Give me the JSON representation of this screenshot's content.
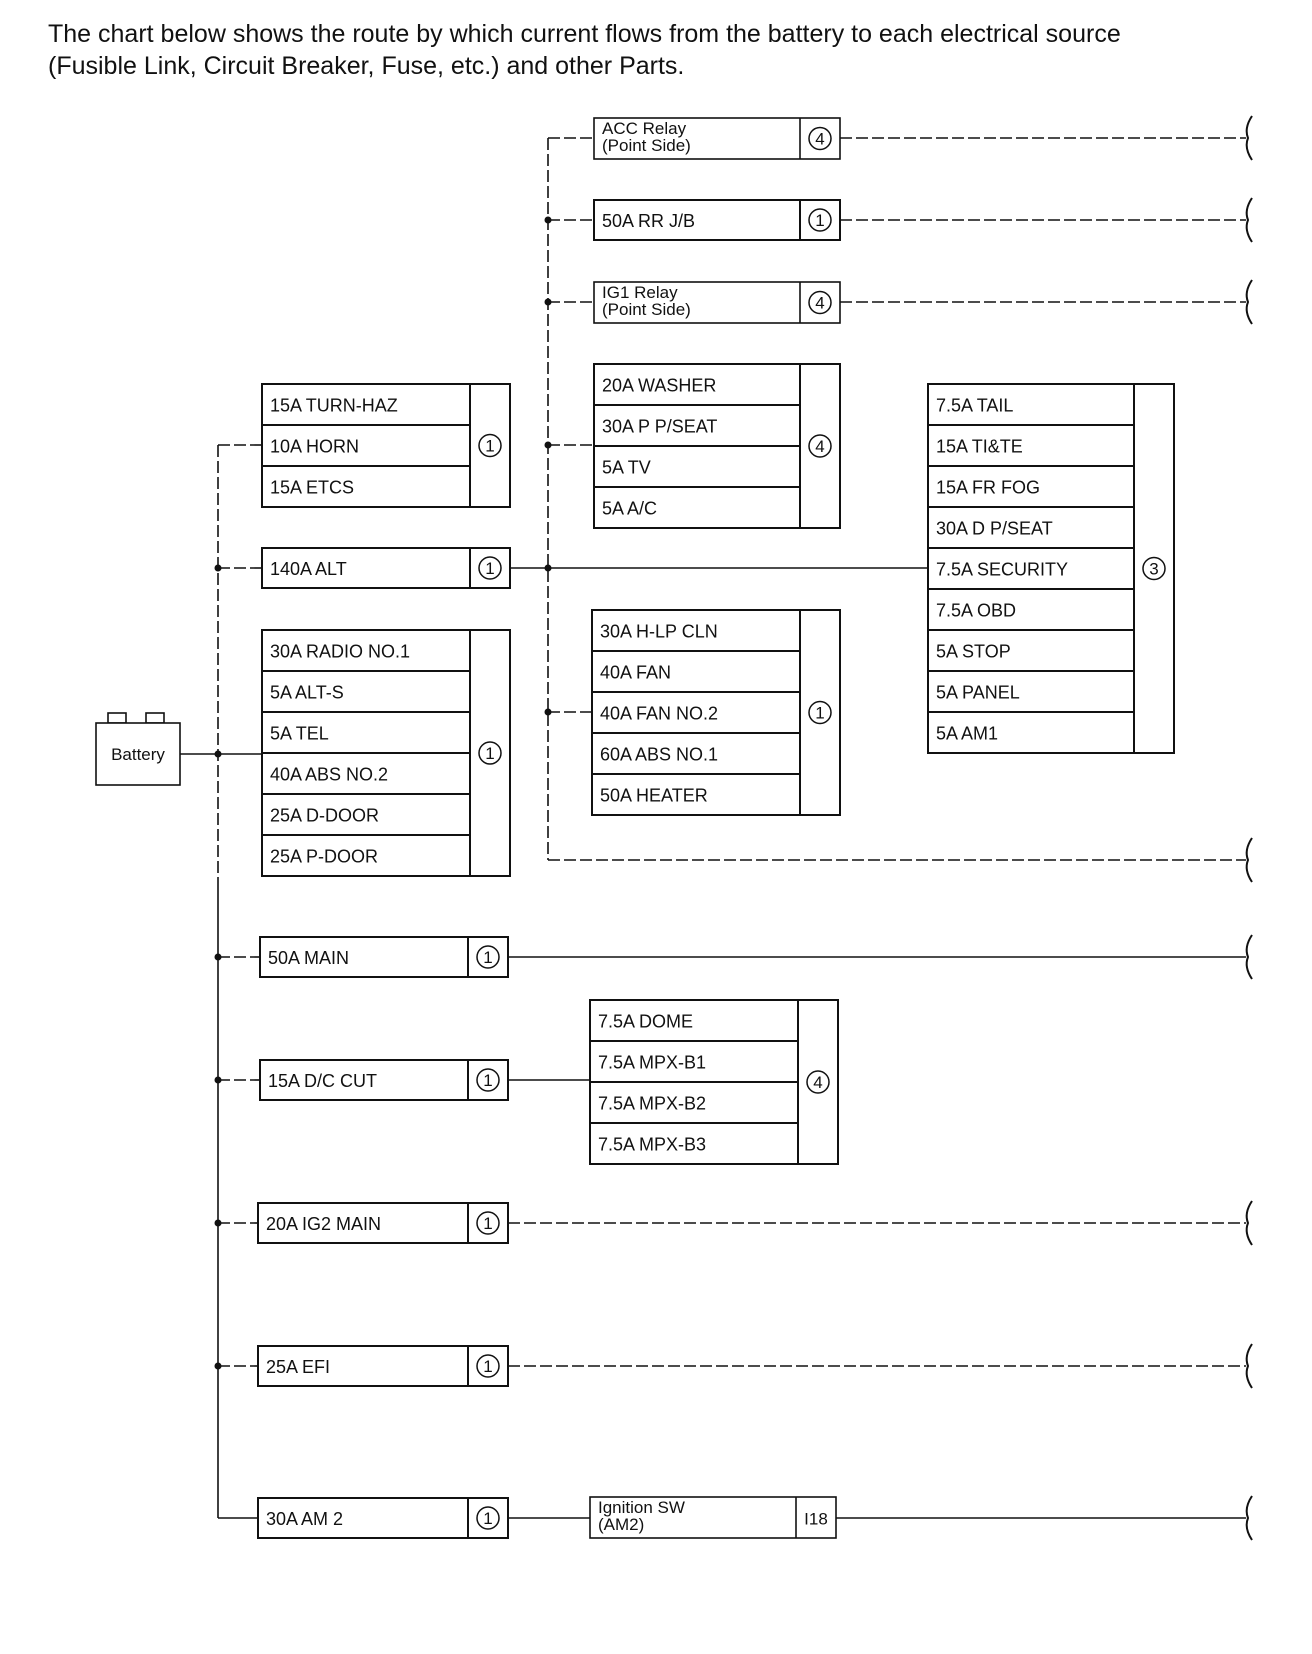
{
  "intro": {
    "line1": "The chart below shows the route by which current flows from the battery to each electrical source",
    "line2": "(Fusible Link, Circuit Breaker, Fuse, etc.) and other Parts."
  },
  "battery": {
    "label": "Battery"
  },
  "relays": {
    "acc": {
      "line1": "ACC Relay",
      "line2": "(Point Side)",
      "loc": "4"
    },
    "rr_jb": {
      "label": "50A RR J/B",
      "loc": "1"
    },
    "ig1": {
      "line1": "IG1 Relay",
      "line2": "(Point Side)",
      "loc": "4"
    }
  },
  "groups": {
    "turn_haz": {
      "loc": "1",
      "items": [
        "15A TURN-HAZ",
        "10A HORN",
        "15A ETCS"
      ]
    },
    "alt": {
      "loc": "1",
      "items": [
        "140A ALT"
      ]
    },
    "radio": {
      "loc": "1",
      "items": [
        "30A RADIO NO.1",
        "5A ALT-S",
        "5A TEL",
        "40A ABS NO.2",
        "25A D-DOOR",
        "25A P-DOOR"
      ]
    },
    "main": {
      "loc": "1",
      "items": [
        "50A MAIN"
      ]
    },
    "dc_cut": {
      "loc": "1",
      "items": [
        "15A D/C CUT"
      ]
    },
    "ig2": {
      "loc": "1",
      "items": [
        "20A IG2 MAIN"
      ]
    },
    "efi": {
      "loc": "1",
      "items": [
        "25A EFI"
      ]
    },
    "am2": {
      "loc": "1",
      "items": [
        "30A AM 2"
      ]
    },
    "washer": {
      "loc": "4",
      "items": [
        "20A WASHER",
        "30A P P/SEAT",
        "5A TV",
        "5A A/C"
      ]
    },
    "hlp": {
      "loc": "1",
      "items": [
        "30A H-LP CLN",
        "40A FAN",
        "40A FAN NO.2",
        "60A ABS NO.1",
        "50A HEATER"
      ]
    },
    "dome": {
      "loc": "4",
      "items": [
        "7.5A DOME",
        "7.5A MPX-B1",
        "7.5A MPX-B2",
        "7.5A MPX-B3"
      ]
    },
    "tail": {
      "loc": "3",
      "items": [
        "7.5A TAIL",
        "15A TI&TE",
        "15A FR FOG",
        "30A D P/SEAT",
        "7.5A SECURITY",
        "7.5A OBD",
        "5A STOP",
        "5A PANEL",
        "5A AM1"
      ]
    }
  },
  "ignition": {
    "line1": "Ignition SW",
    "line2": "(AM2)",
    "loc": "I18"
  }
}
